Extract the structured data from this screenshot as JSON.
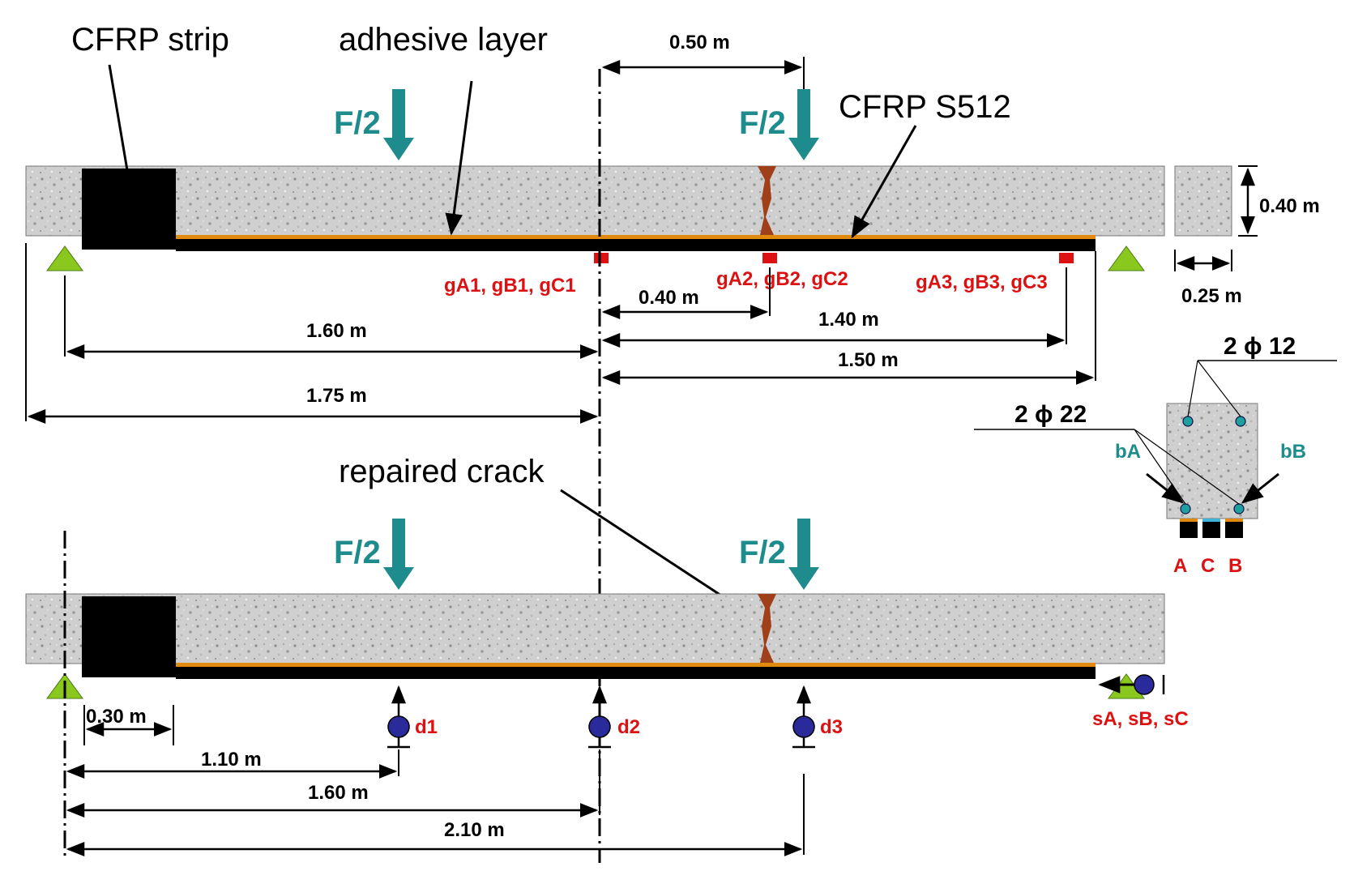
{
  "labels": {
    "cfrp_strip": "CFRP strip",
    "adhesive_layer": "adhesive layer",
    "cfrp_s512": "CFRP S512",
    "repaired_crack": "repaired crack",
    "load": "F/2"
  },
  "top_beam": {
    "dim_load_spacing": "0.50 m",
    "depth": "0.40 m",
    "width": "0.25 m",
    "gauges": [
      "gA1, gB1, gC1",
      "gA2, gB2, gC2",
      "gA3, gB3, gC3"
    ],
    "dim_gauge2": "0.40 m",
    "dim_gauge3": "1.40 m",
    "dim_support_mid": "1.60 m",
    "dim_strip_half": "1.50 m",
    "dim_beam_half": "1.75 m"
  },
  "section": {
    "top_bars": "2 ϕ 12",
    "bottom_bars": "2 ϕ 22",
    "bar_a": "bA",
    "bar_b": "bB",
    "strip_a": "A",
    "strip_c": "C",
    "strip_b": "B"
  },
  "bottom_beam": {
    "dim_anchor": "0.30 m",
    "transducers": [
      "d1",
      "d2",
      "d3"
    ],
    "slip_gauges": "sA, sB, sC",
    "dim_d1": "1.10 m",
    "dim_d2": "1.60 m",
    "dim_d3": "2.10 m"
  },
  "colors": {
    "load_arrow": "#1e8c8c",
    "gauge_red": "#dd1111",
    "support_green": "#8ac820",
    "adhesive_orange": "#e08a10",
    "crack_brown": "#a0401a",
    "transducer_blue": "#2a2a9a",
    "concrete": "#cfcfcf"
  }
}
